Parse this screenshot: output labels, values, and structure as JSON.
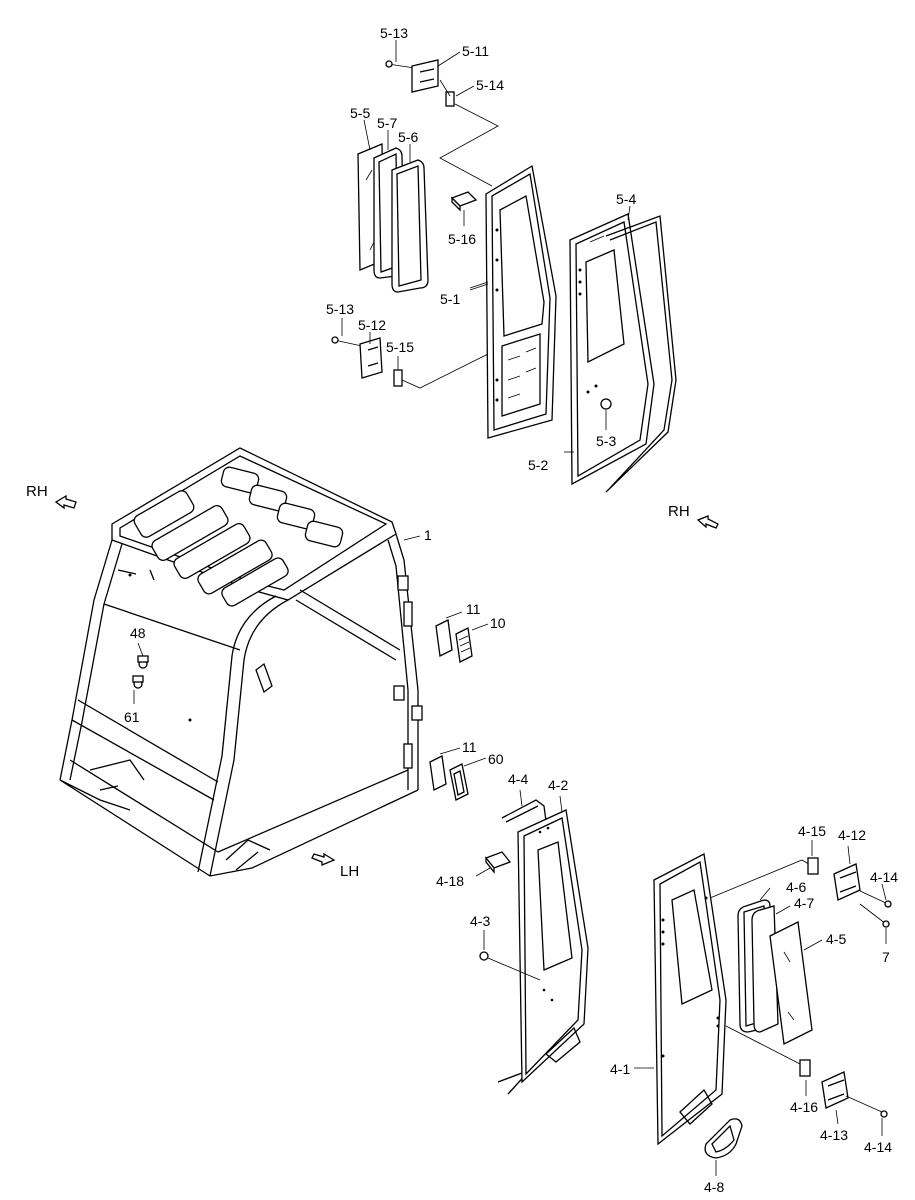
{
  "labels": {
    "p5_13a": "5-13",
    "p5_11": "5-11",
    "p5_14": "5-14",
    "p5_5": "5-5",
    "p5_7": "5-7",
    "p5_6": "5-6",
    "p5_16": "5-16",
    "p5_4": "5-4",
    "p5_1": "5-1",
    "p5_13b": "5-13",
    "p5_12": "5-12",
    "p5_15": "5-15",
    "p5_3": "5-3",
    "p5_2": "5-2",
    "rh_left": "RH",
    "rh_right": "RH",
    "lh": "LH",
    "p1": "1",
    "p11a": "11",
    "p10": "10",
    "p48": "48",
    "p61": "61",
    "p11b": "11",
    "p60": "60",
    "p4_4": "4-4",
    "p4_2": "4-2",
    "p4_18": "4-18",
    "p4_3": "4-3",
    "p4_15": "4-15",
    "p4_12": "4-12",
    "p4_6": "4-6",
    "p4_7": "4-7",
    "p4_14a": "4-14",
    "p4_5": "4-5",
    "p7": "7",
    "p4_1": "4-1",
    "p4_16": "4-16",
    "p4_13": "4-13",
    "p4_14b": "4-14",
    "p4_8": "4-8"
  }
}
